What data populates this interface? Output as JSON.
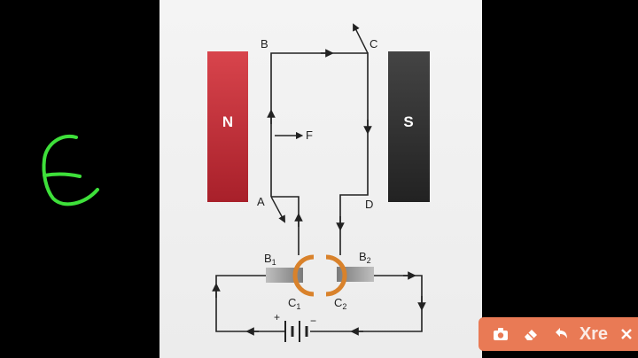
{
  "diagram": {
    "magnet_north_label": "N",
    "magnet_south_label": "S",
    "point_a": "A",
    "point_b": "B",
    "point_c": "C",
    "point_d": "D",
    "force_label": "F",
    "brush_1_base": "B",
    "brush_1_sub": "1",
    "brush_2_base": "B",
    "brush_2_sub": "2",
    "ring_1_base": "C",
    "ring_1_sub": "1",
    "ring_2_base": "C",
    "ring_2_sub": "2",
    "battery_plus": "+",
    "battery_minus": "−"
  },
  "annotation": {
    "handwritten_letter": "E",
    "ink_color": "#3ee03a"
  },
  "toolbar": {
    "brand_text": "Xre",
    "icons": [
      "camera-icon",
      "eraser-icon",
      "undo-icon",
      "close-icon"
    ],
    "color": "#e97a55"
  },
  "colors": {
    "north_magnet": "#c8303a",
    "south_magnet": "#333333",
    "commutator": "#d9822b"
  }
}
